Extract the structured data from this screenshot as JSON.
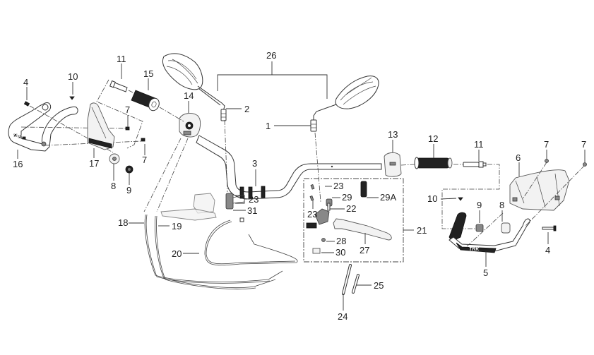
{
  "diagram": {
    "type": "exploded-parts-diagram",
    "subject": "Handlebar assembly with mirrors, grips, switches, levers, cables and hand guards",
    "callouts": {
      "c1": "1",
      "c2": "2",
      "c3": "3",
      "c4a": "4",
      "c4b": "4",
      "c5": "5",
      "c6": "6",
      "c7a": "7",
      "c7b": "7",
      "c7c": "7",
      "c7d": "7",
      "c8a": "8",
      "c8b": "8",
      "c9a": "9",
      "c9b": "9",
      "c10a": "10",
      "c10b": "10",
      "c11a": "11",
      "c11b": "11",
      "c12": "12",
      "c13": "13",
      "c14": "14",
      "c15": "15",
      "c16": "16",
      "c17": "17",
      "c18": "18",
      "c19": "19",
      "c20": "20",
      "c21": "21",
      "c22": "22",
      "c23a": "23",
      "c23b": "23",
      "c23c": "23",
      "c24": "24",
      "c25": "25",
      "c26": "26",
      "c27": "27",
      "c28": "28",
      "c29": "29",
      "c29a": "29A",
      "c30": "30",
      "c31": "31"
    },
    "handguard_logo": "TRK"
  }
}
